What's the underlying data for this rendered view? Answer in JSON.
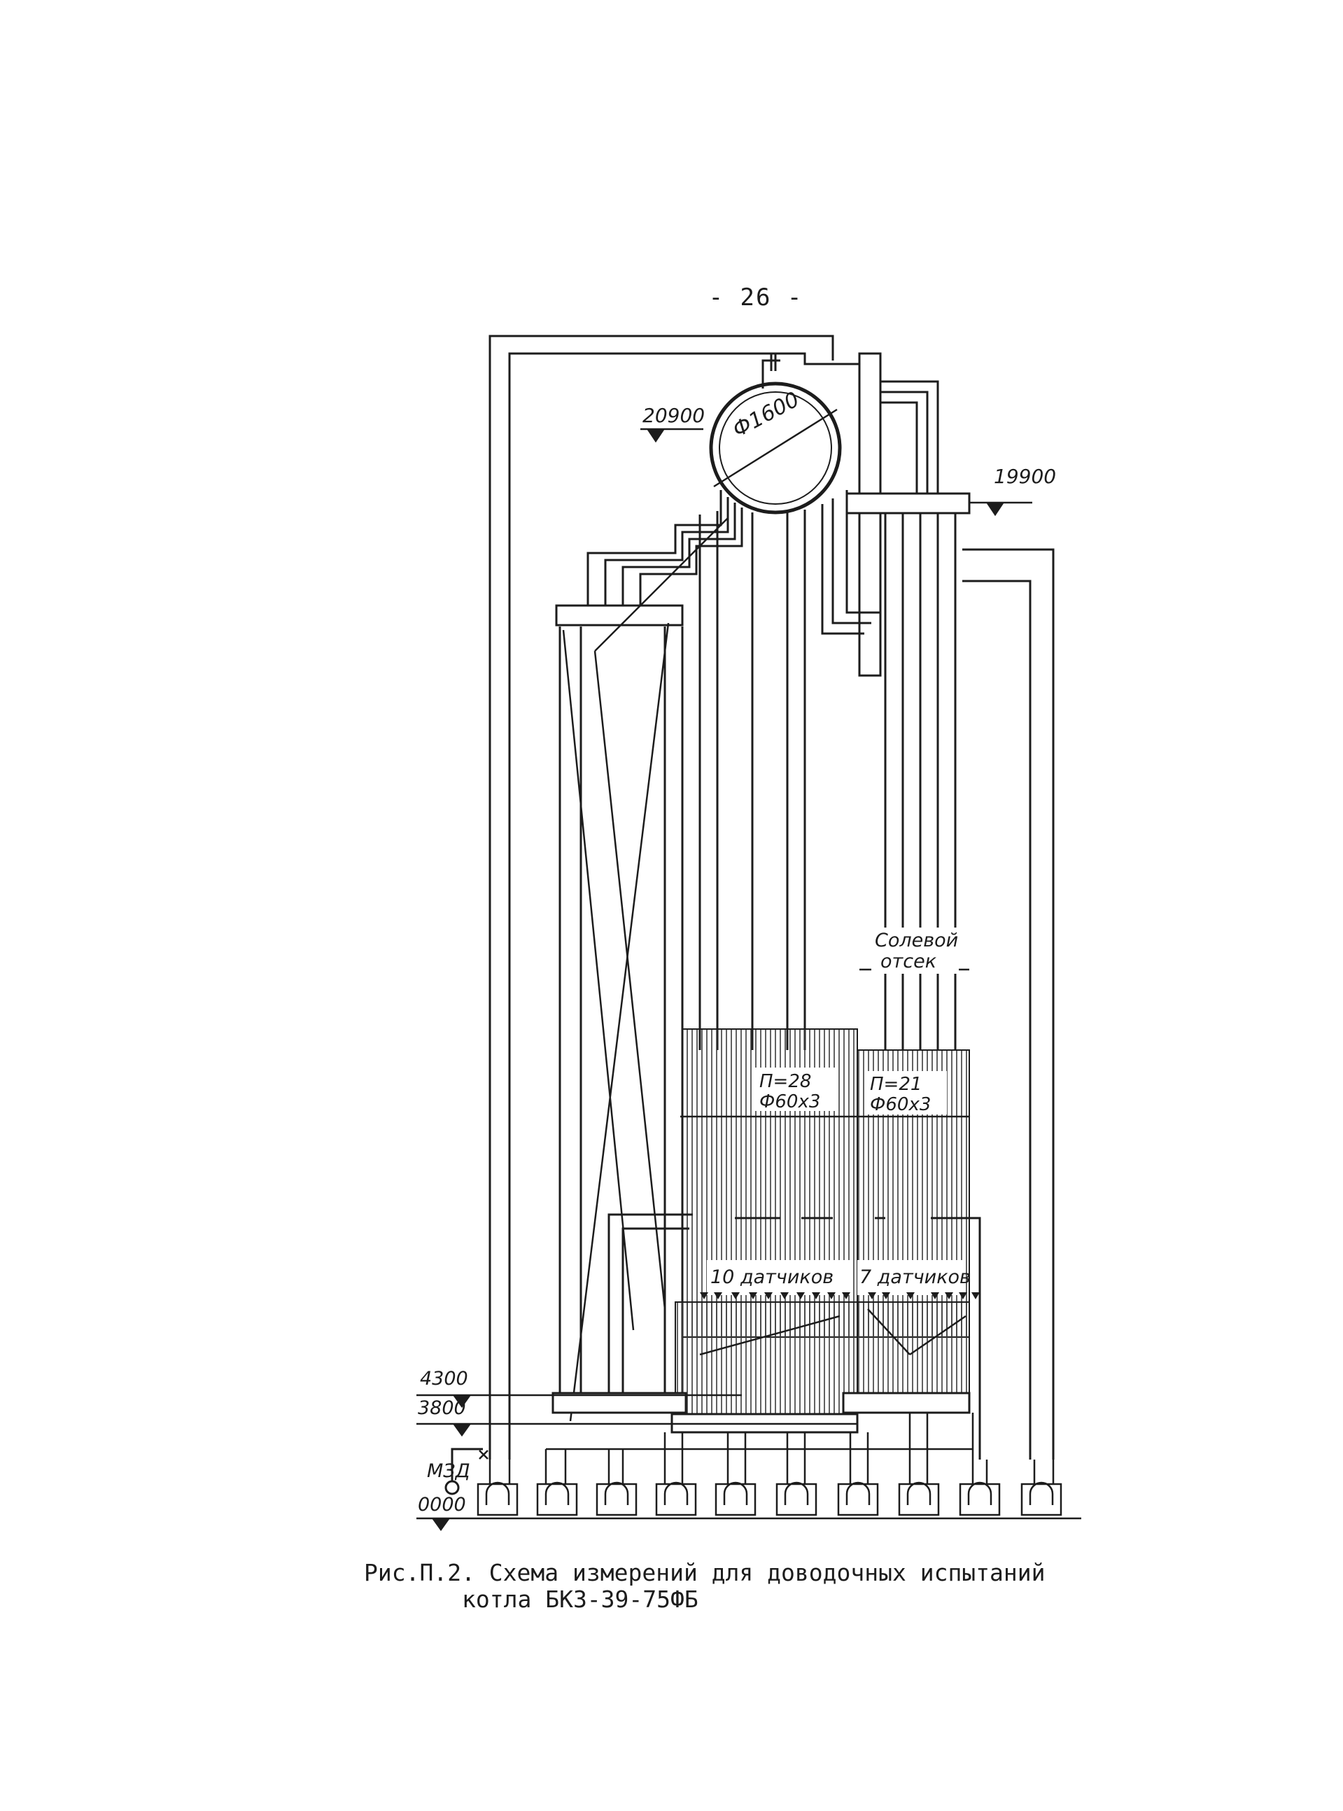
{
  "page_number": "- 26 -",
  "labels": {
    "drum_elevation": "20900",
    "drum_diameter": "Ф1600",
    "collector_elevation": "19900",
    "salt_compartment_1": "Солевой",
    "salt_compartment_2": "отсек",
    "clean_bundle_1": "П=28",
    "clean_bundle_2": "Ф60х3",
    "salt_bundle_1": "П=21",
    "salt_bundle_2": "Ф60х3",
    "sensors_clean": "10 датчиков",
    "sensors_salt": "7 датчиков",
    "level_4300": "4300",
    "level_3800": "3800",
    "mzd": "МЗД",
    "level_0000": "0000"
  },
  "caption": {
    "line1": "Рис.П.2. Схема измерений для доводочных испытаний",
    "line2": "котла БКЗ-39-75ФБ"
  }
}
